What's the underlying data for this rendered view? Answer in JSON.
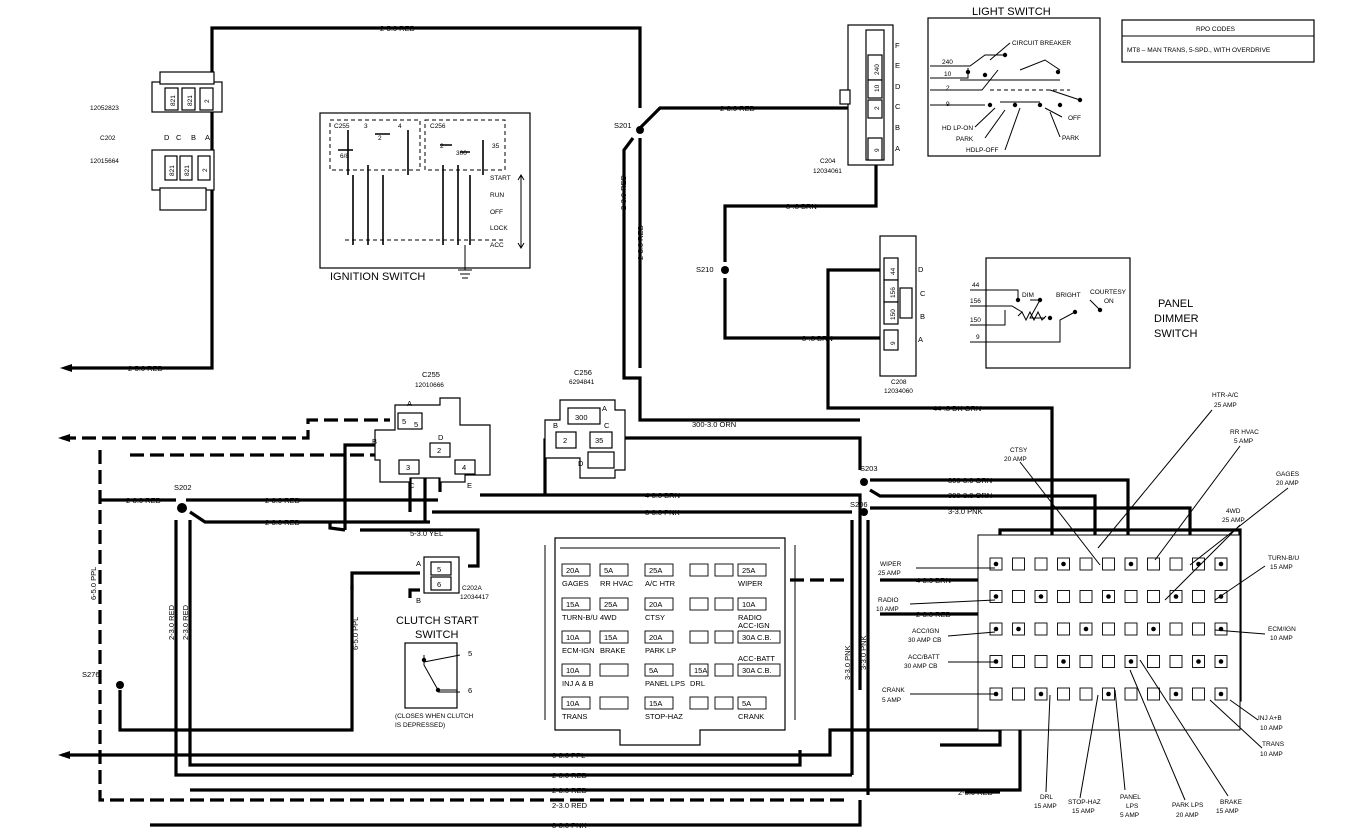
{
  "light_switch": {
    "title": "LIGHT SWITCH",
    "circuit_breaker": "CIRCUIT BREAKER",
    "positions": [
      "HD LP-ON",
      "PARK",
      "HDLP-OFF",
      "OFF",
      "PARK"
    ],
    "wire_nums": [
      "240",
      "10",
      "2",
      "9"
    ],
    "pins": [
      "F",
      "E",
      "D",
      "C",
      "B",
      "A"
    ],
    "pin_wires": [
      "240",
      "10",
      "2",
      "9"
    ],
    "connector": "C204",
    "part": "12034061"
  },
  "rpo": {
    "title": "RPO CODES",
    "text": "MT8 – MAN TRANS, 5-SPD., WITH OVERDRIVE"
  },
  "c202": {
    "name": "C202",
    "part_top": "12052823",
    "part_bottom": "12015664",
    "pins": [
      "D",
      "C",
      "B",
      "A"
    ],
    "wires_top": [
      "821",
      "821",
      "2"
    ],
    "wires_bottom": [
      "821",
      "821",
      "2"
    ]
  },
  "ignition": {
    "title": "IGNITION SWITCH",
    "c255": "C255",
    "c256": "C256",
    "wires": [
      "3",
      "4",
      "2",
      "6/8",
      "2",
      "300",
      "35"
    ],
    "positions": [
      "START",
      "RUN",
      "OFF",
      "LOCK",
      "ACC"
    ]
  },
  "panel_dimmer": {
    "title": [
      "PANEL",
      "DIMMER",
      "SWITCH"
    ],
    "labels": [
      "DIM",
      "BRIGHT",
      "COURTESY",
      "ON"
    ],
    "wires": [
      "44",
      "156",
      "150",
      "9"
    ],
    "pins": [
      "D",
      "C",
      "B",
      "A"
    ],
    "pin_wires": [
      "44",
      "156",
      "150",
      "9"
    ],
    "connector": "C208",
    "part": "12034060"
  },
  "c255": {
    "name": "C255",
    "part": "12010666",
    "pins": [
      "A",
      "B",
      "C",
      "D",
      "E"
    ],
    "wires": [
      "5",
      "3",
      "2",
      "4"
    ]
  },
  "c256": {
    "name": "C256",
    "part": "6294841",
    "pins": [
      "A",
      "B",
      "C",
      "D"
    ],
    "wires": [
      "300",
      "2",
      "35"
    ]
  },
  "c202a": {
    "name": "C202A",
    "part": "12034417",
    "pins": [
      "A",
      "B"
    ],
    "wires": [
      "5",
      "6"
    ]
  },
  "clutch": {
    "title": [
      "CLUTCH START",
      "SWITCH"
    ],
    "term5": "5",
    "term6": "6",
    "note": [
      "(CLOSES WHEN CLUTCH",
      "IS DEPRESSED)"
    ]
  },
  "splices": [
    "S201",
    "S210",
    "S202",
    "S203",
    "S206",
    "S276"
  ],
  "wire_labels": {
    "top_red": "2-5.0 RED",
    "s201_red": "2-3.0 RED",
    "s210_brn": "8-.8 BRN",
    "s210_brn2": "8-.8 BRN",
    "left_red": "2-5.0 RED",
    "s201_down": "2-3.0 RED",
    "s201_down2": "2-3.0 RED",
    "dkgrn": "44-.8 DK GRN",
    "orn_c256": "300-3.0 ORN",
    "orn1": "300-3.0 ORN",
    "orn2": "300-3.0 ORN",
    "pnk_s206": "3-3.0 PNK",
    "brn4": "4-3.0 BRN",
    "pnk_mid": "3-3.0 PNK",
    "red_s202_l": "2-3.0 RED",
    "red_s202_r": "2-3.0 RED",
    "red_s202_b": "2-3.0 RED",
    "yel": "5-3.0 YEL",
    "ppl_vert": "6-5.0 PPL",
    "red_v1": "2-3.0 RED",
    "red_v2": "2-3.0 RED",
    "ppl_clutch": "6-5.0 PPL",
    "pnk_v1": "3-3.0 PNK",
    "pnk_v2": "3-3.0 PNK",
    "ppl_bottom": "6-3.0 PPL",
    "red_b1": "2-3.0 RED",
    "red_b2": "2-3.0 RED",
    "red_b3": "2-3.0 RED",
    "pnk_b": "3-3.0 PNK",
    "brn_fb": "4-3.0 BRN",
    "red_fb": "2-3.0 RED"
  },
  "fuse_block": {
    "rows": [
      [
        {
          "amp": "20A",
          "name": "GAGES"
        },
        {
          "amp": "5A",
          "name": "RR HVAC"
        },
        {
          "amp": "25A",
          "name": "A/C HTR"
        },
        {
          "amp": "",
          "name": ""
        },
        {
          "amp": "",
          "name": ""
        },
        {
          "amp": "25A",
          "name": "WIPER"
        }
      ],
      [
        {
          "amp": "15A",
          "name": "TURN-B/U"
        },
        {
          "amp": "25A",
          "name": "4WD"
        },
        {
          "amp": "20A",
          "name": "CTSY"
        },
        {
          "amp": "",
          "name": ""
        },
        {
          "amp": "",
          "name": ""
        },
        {
          "amp": "10A",
          "name": "RADIO"
        }
      ],
      [
        {
          "amp": "10A",
          "name": "ECM-IGN"
        },
        {
          "amp": "15A",
          "name": "BRAKE"
        },
        {
          "amp": "20A",
          "name": "PARK LP"
        },
        {
          "amp": "",
          "name": ""
        },
        {
          "amp": "",
          "name": ""
        },
        {
          "amp": "30A C.B.",
          "name": "ACC-IGN"
        }
      ],
      [
        {
          "amp": "10A",
          "name": "INJ A & B"
        },
        {
          "amp": "",
          "name": ""
        },
        {
          "amp": "5A",
          "name": "PANEL LPS"
        },
        {
          "amp": "15A",
          "name": "DRL"
        },
        {
          "amp": "",
          "name": ""
        },
        {
          "amp": "30A C.B.",
          "name": "ACC-BATT"
        }
      ],
      [
        {
          "amp": "10A",
          "name": "TRANS"
        },
        {
          "amp": "",
          "name": ""
        },
        {
          "amp": "15A",
          "name": "STOP-HAZ"
        },
        {
          "amp": "",
          "name": ""
        },
        {
          "amp": "",
          "name": ""
        },
        {
          "amp": "5A",
          "name": "CRANK"
        }
      ]
    ]
  },
  "fuse_callouts": {
    "wiper": [
      "WIPER",
      "25 AMP"
    ],
    "radio": [
      "RADIO",
      "10 AMP"
    ],
    "accign": [
      "ACC/IGN",
      "30 AMP CB"
    ],
    "accbatt": [
      "ACC/BATT",
      "30 AMP CB"
    ],
    "crank": [
      "CRANK",
      "5 AMP"
    ],
    "ctsy": [
      "CTSY",
      "20 AMP"
    ],
    "htr": [
      "HTR-A/C",
      "25 AMP"
    ],
    "rrhvac": [
      "RR HVAC",
      "5 AMP"
    ],
    "gages": [
      "GAGES",
      "20 AMP"
    ],
    "fwd": [
      "4WD",
      "25 AMP"
    ],
    "turn": [
      "TURN-B/U",
      "15 AMP"
    ],
    "ecm": [
      "ECM/IGN",
      "10 AMP"
    ],
    "inj": [
      "INJ A+B",
      "10 AMP"
    ],
    "trans": [
      "TRANS",
      "10 AMP"
    ],
    "drl": [
      "DRL",
      "15 AMP"
    ],
    "stophaz": [
      "STOP-HAZ",
      "15 AMP"
    ],
    "panel": [
      "PANEL",
      "LPS",
      "5 AMP"
    ],
    "parklps": [
      "PARK LPS",
      "20 AMP"
    ],
    "brake": [
      "BRAKE",
      "15 AMP"
    ]
  }
}
